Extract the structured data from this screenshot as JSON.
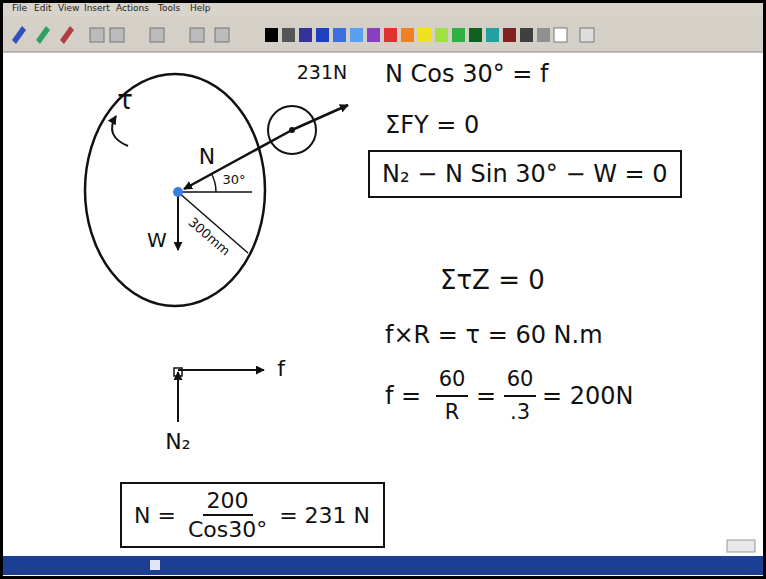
{
  "diagram": {
    "nodes": [
      {
        "text": [
          "τ",
          "N",
          "30°",
          "W",
          "300mm"
        ]
      },
      {
        "text": [
          "N₂ − N Sin 30° − W = 0"
        ]
      },
      {
        "text": [
          "N =",
          "200",
          "Cos30°",
          "= 231 N"
        ]
      }
    ],
    "labels": [
      "File",
      "Edit",
      "View",
      "Insert",
      "Actions",
      "Tools",
      "Help",
      "231N",
      "N Cos 30° = f",
      "ΣFY = 0",
      "ΣτZ = 0",
      "f×R = τ = 60 N.m",
      "f =",
      "60",
      "R",
      "=",
      "60",
      ".3",
      "= 200N",
      "f",
      "N₂"
    ]
  }
}
